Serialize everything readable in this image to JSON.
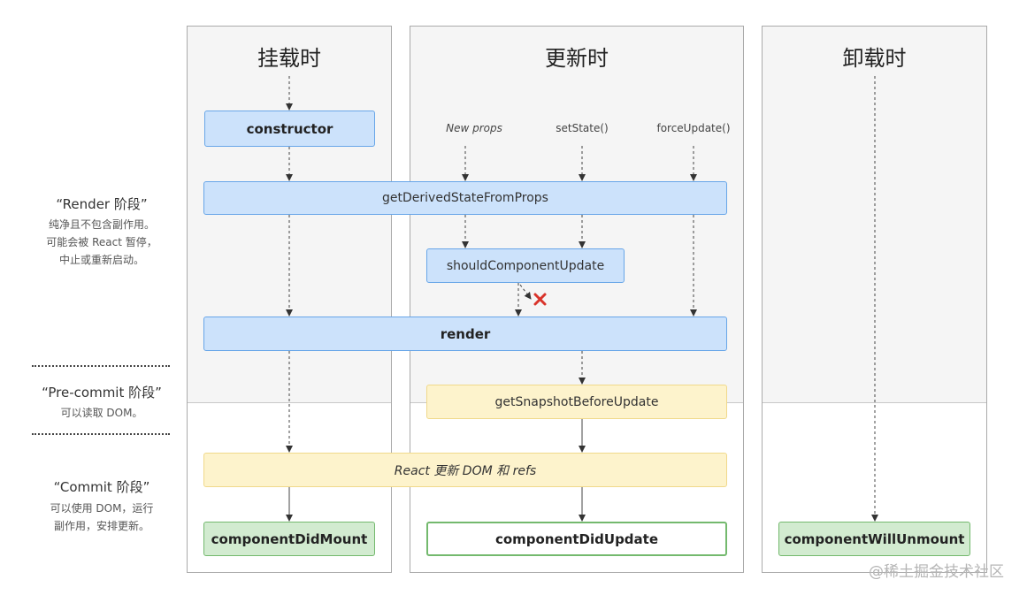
{
  "columns": {
    "mount": {
      "title": "挂载时"
    },
    "update": {
      "title": "更新时"
    },
    "unmount": {
      "title": "卸载时"
    }
  },
  "phases": {
    "render": {
      "title": "“Render 阶段”",
      "desc": [
        "纯净且不包含副作用。",
        "可能会被 React 暂停，",
        "中止或重新启动。"
      ]
    },
    "precommit": {
      "title": "“Pre-commit 阶段”",
      "desc": [
        "可以读取 DOM。"
      ]
    },
    "commit": {
      "title": "“Commit 阶段”",
      "desc": [
        "可以使用 DOM，运行",
        "副作用，安排更新。"
      ]
    }
  },
  "sources": {
    "new_props": "New props",
    "set_state": "setState()",
    "force_update": "forceUpdate()"
  },
  "boxes": {
    "constructor": "constructor",
    "getDerivedStateFromProps": "getDerivedStateFromProps",
    "shouldComponentUpdate": "shouldComponentUpdate",
    "render": "render",
    "getSnapshotBeforeUpdate": "getSnapshotBeforeUpdate",
    "reactUpdates": "React 更新 DOM 和 refs",
    "componentDidMount": "componentDidMount",
    "componentDidUpdate": "componentDidUpdate",
    "componentWillUnmount": "componentWillUnmount"
  },
  "watermark": "@稀土掘金技术社区",
  "colors": {
    "render_box": "#cce2fb",
    "precommit_box": "#fdf3cc",
    "commit_box": "#d2ebd0",
    "stop_mark": "#d9342b"
  }
}
